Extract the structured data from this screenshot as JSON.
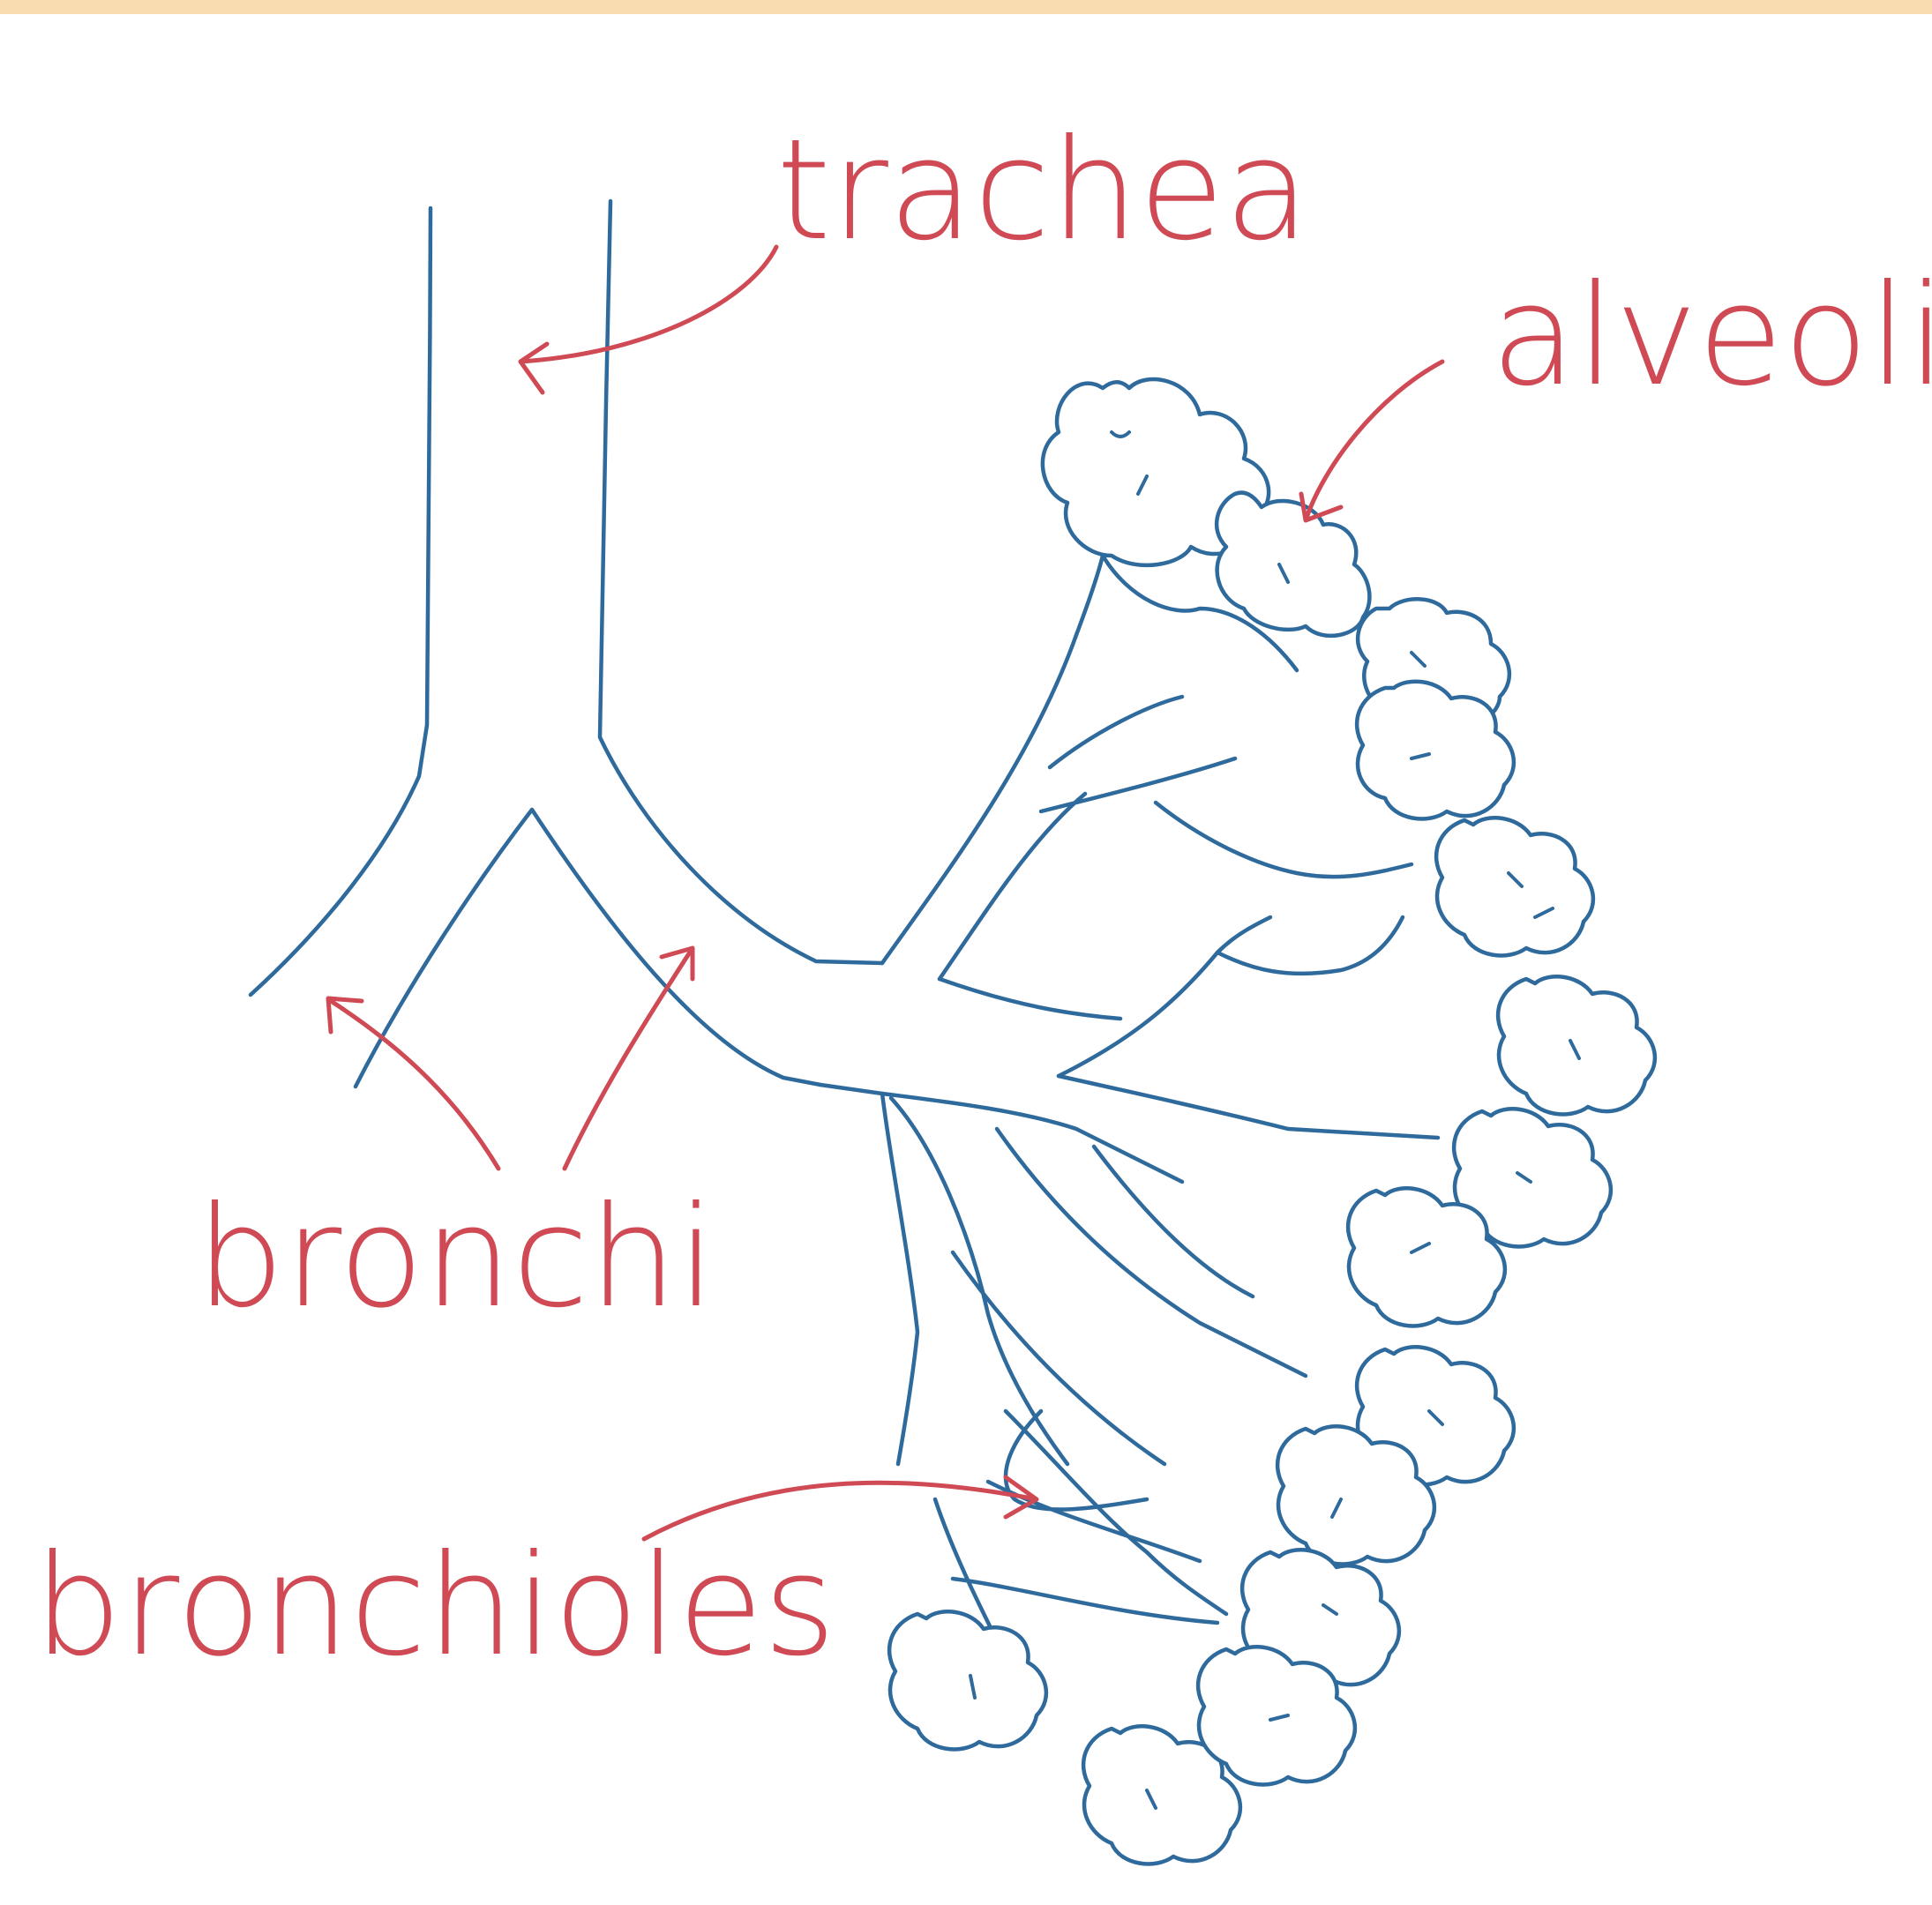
{
  "diagram": {
    "labels": {
      "trachea": "trachea",
      "alveoli": "alveoli",
      "bronchi": "bronchi",
      "bronchioles": "bronchioles"
    },
    "colors": {
      "label_and_arrow": "#cf4a54",
      "outline": "#2f6a9c",
      "top_band": "#f9ddb0",
      "background": "#ffffff"
    }
  }
}
